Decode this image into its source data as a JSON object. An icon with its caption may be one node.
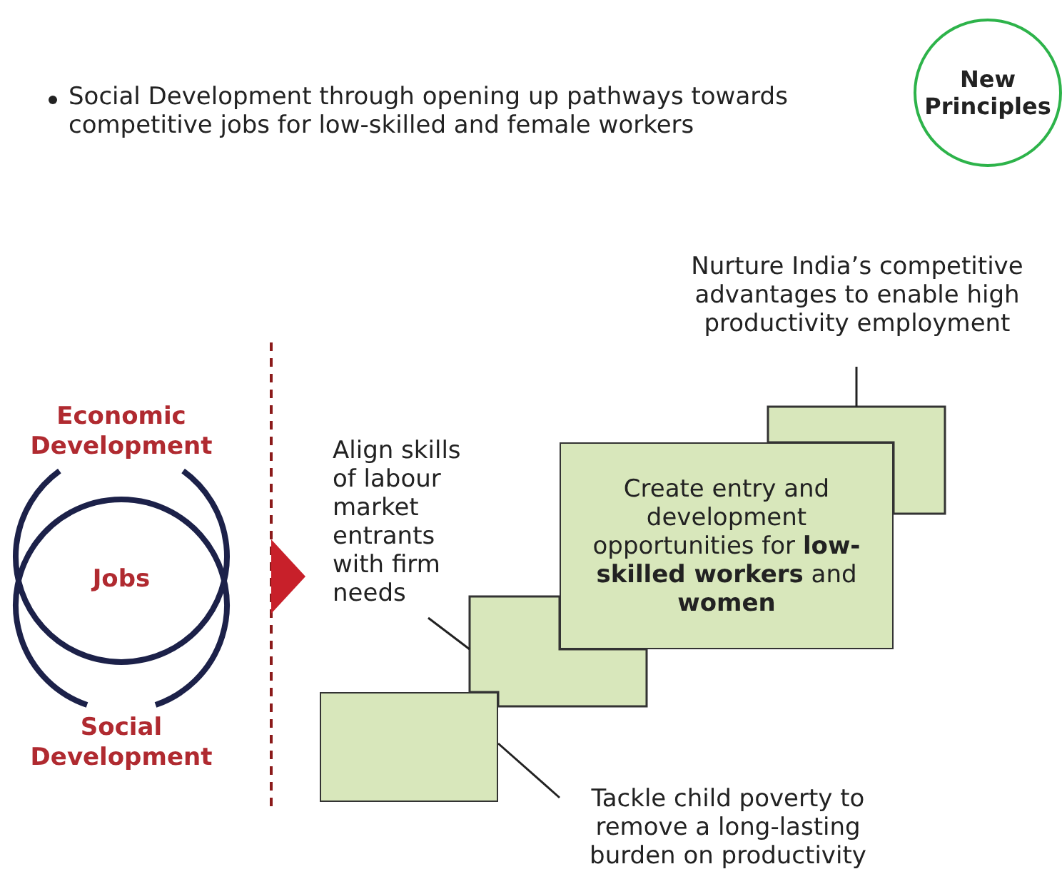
{
  "diagram": {
    "nodes": [
      {
        "text": [
          "New Principles"
        ]
      },
      {
        "text": [
          "Economic Development"
        ]
      },
      {
        "text": [
          "Social Development"
        ]
      },
      {
        "text": [
          "Nurture India’s competitive advantages to enable high productivity employment"
        ]
      },
      {
        "text": [],
        "shape": "box"
      },
      {
        "text": [
          "Align skills of labour market entrants with firm needs"
        ]
      },
      {
        "text": [
          "Create entry and development opportunities for **low-skilled workers** and **women**"
        ]
      },
      {
        "text": [],
        "shape": "box"
      },
      {
        "text": [],
        "shape": "box"
      },
      {
        "text": [
          "Tackle child poverty to remove a long-lasting burden on  productivity"
        ]
      }
    ],
    "edges": [
      {
        "from": 3,
        "to": 4,
        "arrow": "none"
      },
      {
        "from": 5,
        "to": 7,
        "arrow": "none"
      },
      {
        "from": 9,
        "to": 8,
        "arrow": "none"
      }
    ],
    "labels": [
      "Social Development through opening up pathways towards competitive jobs for low-skilled and female workers",
      "Jobs"
    ]
  }
}
